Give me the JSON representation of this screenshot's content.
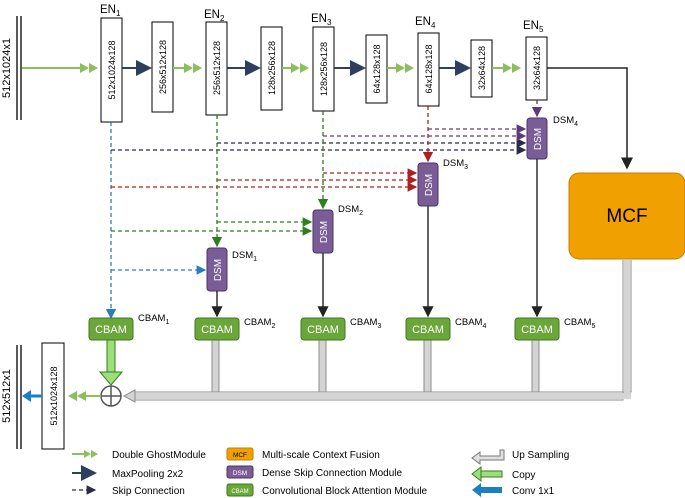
{
  "encoder": {
    "labels": [
      "EN",
      "EN",
      "EN",
      "EN",
      "EN"
    ],
    "subscripts": [
      "1",
      "2",
      "3",
      "4",
      "5"
    ],
    "boxes": [
      "512x1024x128",
      "256x512x128",
      "256x512x128",
      "128x256x128",
      "128x256x128",
      "64x128x128",
      "64x128x128",
      "32x64x128",
      "32x64x128"
    ]
  },
  "input_label": "512x1024x1",
  "output_label": "512x512x1",
  "output_box": "512x1024x128",
  "mcf_label": "MCF",
  "dsm": {
    "text": "DSM",
    "side_labels": [
      "DSM",
      "DSM",
      "DSM",
      "DSM"
    ],
    "side_subs": [
      "1",
      "2",
      "3",
      "4"
    ]
  },
  "cbam": {
    "text": "CBAM",
    "side_labels": [
      "CBAM",
      "CBAM",
      "CBAM",
      "CBAM",
      "CBAM"
    ],
    "side_subs": [
      "1",
      "2",
      "3",
      "4",
      "5"
    ]
  },
  "legend": {
    "double_ghost": "Double GhostModule",
    "maxpool": "MaxPooling 2x2",
    "skip": "Skip Connection",
    "mcf_icon": "MCF",
    "mcf_desc": "Multi-scale Context Fusion",
    "dsm_icon": "DSM",
    "dsm_desc": "Dense Skip Connection Module",
    "cbam_icon": "CBAM",
    "cbam_desc": "Convolutional Block Attention Module",
    "upsampling": "Up Sampling",
    "copy": "Copy",
    "conv": "Conv 1x1"
  },
  "colors": {
    "green_arrow": "#8bbf5e",
    "navy_arrow": "#2d3f5c",
    "skip_blue": "#2b7bbf",
    "skip_green": "#2e7d1e",
    "skip_red": "#b01e1e",
    "skip_purple": "#5c3a7a",
    "skip_dark": "#2a2a4a",
    "dsm": "#7a5c96",
    "cbam": "#6aa63a",
    "mcf": "#f0a000",
    "copy_green": "#99e07a",
    "conv_blue": "#1a7fc4",
    "upsample_gray": "#c8c8c8"
  }
}
